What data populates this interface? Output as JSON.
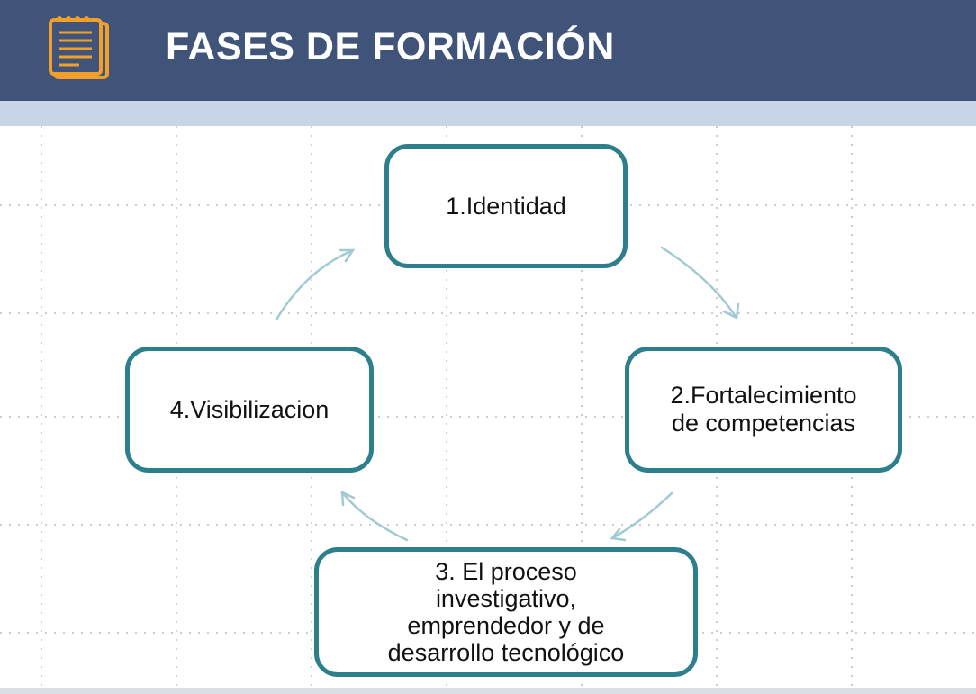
{
  "header": {
    "title": "FASES DE FORMACIÓN",
    "icon": "notepad-icon",
    "colors": {
      "bar": "#3f5478",
      "band": "#c7d5e6",
      "icon": "#f0a02a"
    }
  },
  "diagram": {
    "type": "cycle",
    "node_border_color": "#2e7f8c",
    "arrow_color": "#9fcad1",
    "nodes": [
      {
        "id": "n1",
        "label": "1.Identidad"
      },
      {
        "id": "n2",
        "label_line1": "2.Fortalecimiento",
        "label_line2": "de competencias"
      },
      {
        "id": "n3",
        "line1": "3. El proceso",
        "line2": "investigativo,",
        "line3": "emprendedor y de",
        "line4": "desarrollo tecnológico"
      },
      {
        "id": "n4",
        "label": "4.Visibilizacion"
      }
    ],
    "edges": [
      {
        "from": "n1",
        "to": "n2"
      },
      {
        "from": "n2",
        "to": "n3"
      },
      {
        "from": "n3",
        "to": "n4"
      },
      {
        "from": "n4",
        "to": "n1"
      }
    ]
  }
}
